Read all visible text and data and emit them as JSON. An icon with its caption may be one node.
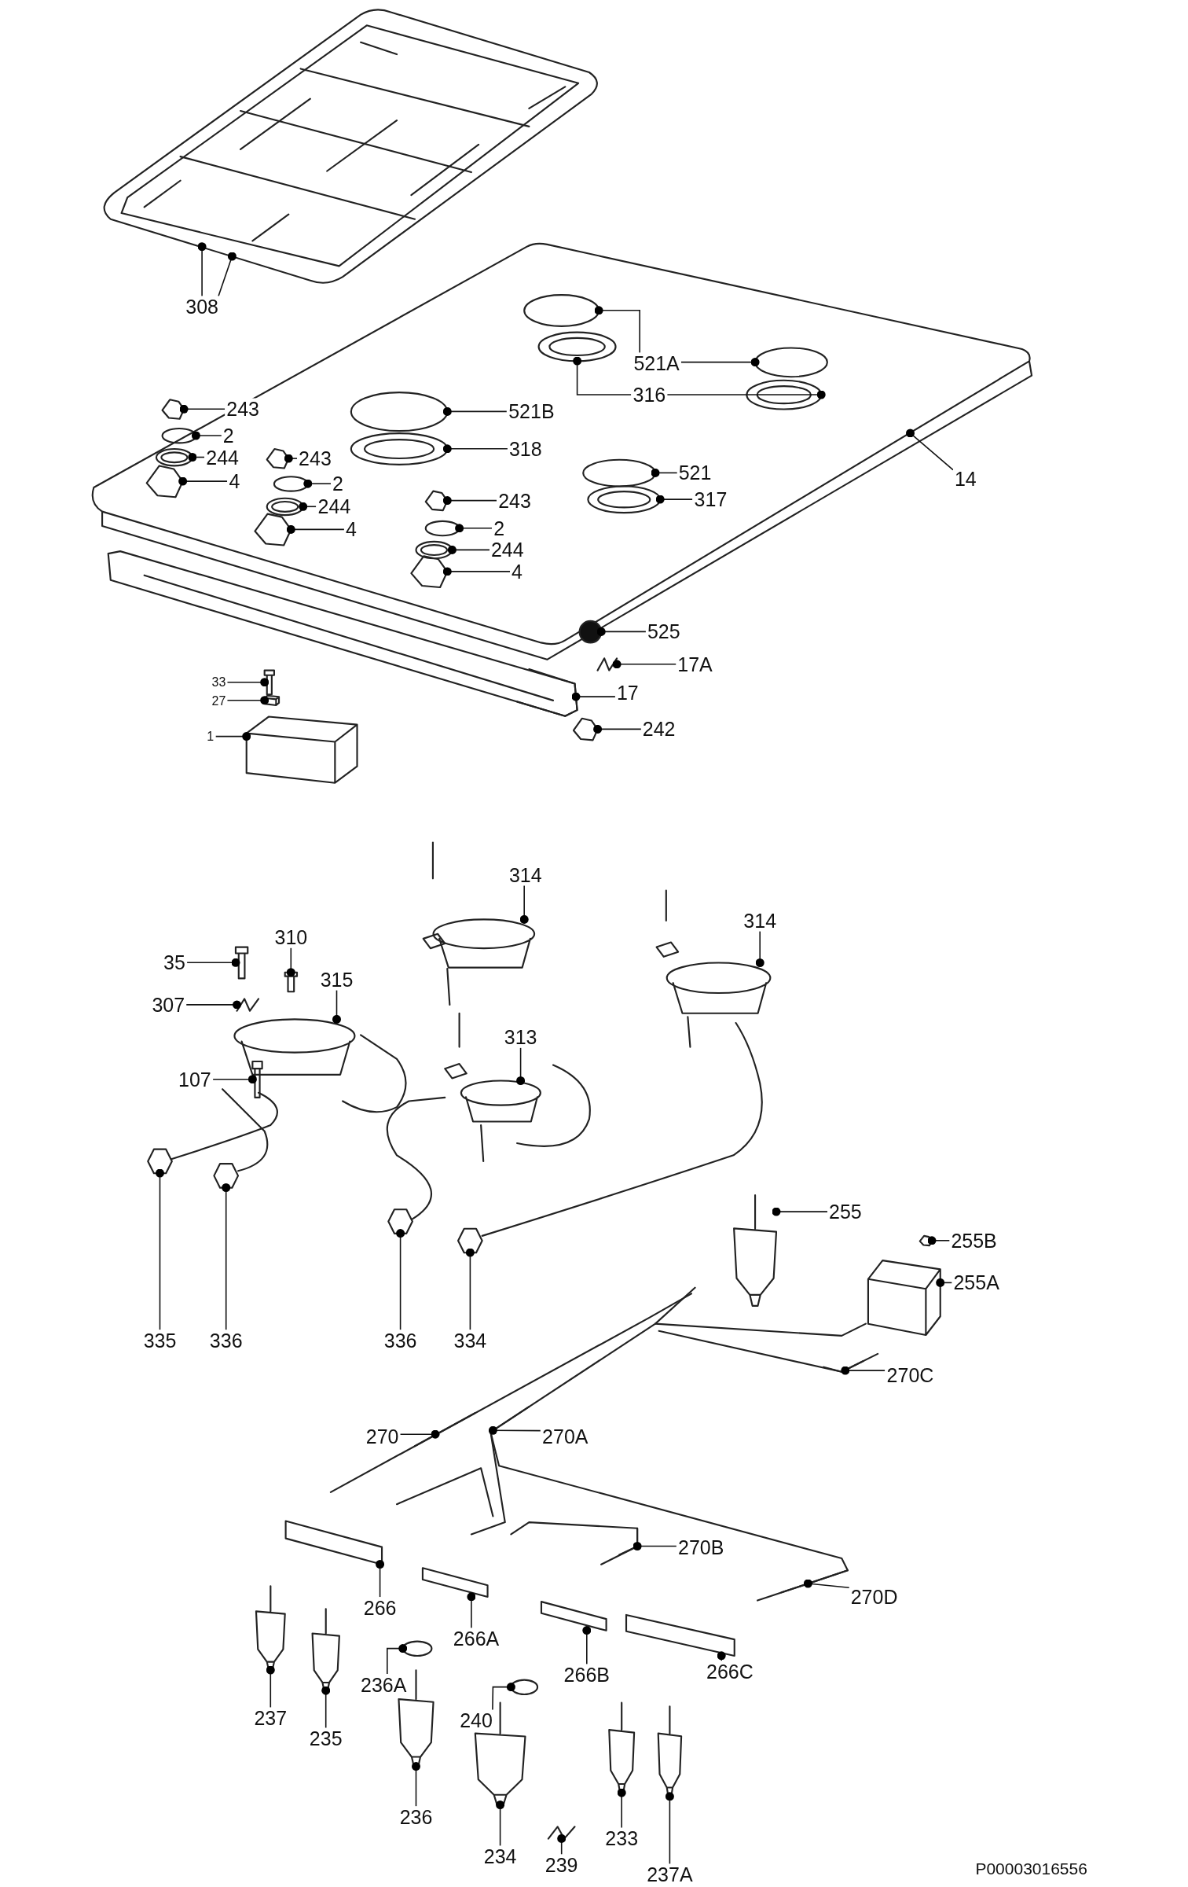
{
  "diagram": {
    "nodes": [
      {
        "text": [
          "308"
        ]
      },
      {
        "text": [
          "243"
        ]
      },
      {
        "text": [
          "2"
        ]
      },
      {
        "text": [
          "244"
        ]
      },
      {
        "text": [
          "4"
        ]
      },
      {
        "text": [
          "243"
        ]
      },
      {
        "text": [
          "2"
        ]
      },
      {
        "text": [
          "244"
        ]
      },
      {
        "text": [
          "4"
        ]
      },
      {
        "text": [
          "521B"
        ]
      },
      {
        "text": [
          "318"
        ]
      },
      {
        "text": [
          "243"
        ]
      },
      {
        "text": [
          "2"
        ]
      },
      {
        "text": [
          "244"
        ]
      },
      {
        "text": [
          "4"
        ]
      },
      {
        "text": [
          "521"
        ]
      },
      {
        "text": [
          "317"
        ]
      },
      {
        "text": [
          "521A"
        ]
      },
      {
        "text": [
          "316"
        ]
      },
      {
        "text": [
          "14"
        ]
      },
      {
        "text": [
          "525"
        ]
      },
      {
        "text": [
          "17A"
        ]
      },
      {
        "text": [
          "17"
        ]
      },
      {
        "text": [
          "242"
        ]
      },
      {
        "text": [
          "33"
        ]
      },
      {
        "text": [
          "27"
        ]
      },
      {
        "text": [
          "1"
        ]
      },
      {
        "text": [
          "314"
        ]
      },
      {
        "text": [
          "314"
        ]
      },
      {
        "text": [
          "310"
        ]
      },
      {
        "text": [
          "35"
        ]
      },
      {
        "text": [
          "315"
        ]
      },
      {
        "text": [
          "307"
        ]
      },
      {
        "text": [
          "313"
        ]
      },
      {
        "text": [
          "107"
        ]
      },
      {
        "text": [
          "335"
        ]
      },
      {
        "text": [
          "336"
        ]
      },
      {
        "text": [
          "336"
        ]
      },
      {
        "text": [
          "334"
        ]
      },
      {
        "text": [
          "255"
        ]
      },
      {
        "text": [
          "255B"
        ]
      },
      {
        "text": [
          "255A"
        ]
      },
      {
        "text": [
          "270C"
        ]
      },
      {
        "text": [
          "270"
        ]
      },
      {
        "text": [
          "270A"
        ]
      },
      {
        "text": [
          "270B"
        ]
      },
      {
        "text": [
          "270D"
        ]
      },
      {
        "text": [
          "266"
        ]
      },
      {
        "text": [
          "266A"
        ]
      },
      {
        "text": [
          "266B"
        ]
      },
      {
        "text": [
          "266C"
        ]
      },
      {
        "text": [
          "236A"
        ]
      },
      {
        "text": [
          "237"
        ]
      },
      {
        "text": [
          "235"
        ]
      },
      {
        "text": [
          "240"
        ]
      },
      {
        "text": [
          "236"
        ]
      },
      {
        "text": [
          "234"
        ]
      },
      {
        "text": [
          "239"
        ]
      },
      {
        "text": [
          "233"
        ]
      },
      {
        "text": [
          "237A"
        ]
      },
      {
        "text": [],
        "shape": "picture"
      },
      {
        "text": [],
        "shape": "picture"
      },
      {
        "text": [],
        "shape": "circle"
      },
      {
        "text": [],
        "shape": "picture"
      },
      {
        "text": [],
        "shape": "picture"
      },
      {
        "text": [],
        "shape": "picture"
      },
      {
        "text": [],
        "shape": "circle"
      },
      {
        "text": [],
        "shape": "picture"
      },
      {
        "text": [],
        "shape": "picture"
      },
      {
        "text": [],
        "shape": "circle"
      },
      {
        "text": [],
        "shape": "picture"
      },
      {
        "text": [],
        "shape": "picture"
      },
      {
        "text": [],
        "shape": "circle"
      },
      {
        "text": [],
        "shape": "picture"
      },
      {
        "text": [],
        "shape": "picture"
      },
      {
        "text": [],
        "shape": "circle"
      },
      {
        "text": [],
        "shape": "picture"
      },
      {
        "text": [],
        "shape": "circle"
      },
      {
        "text": [],
        "shape": "circle"
      },
      {
        "text": [],
        "shape": "picture"
      },
      {
        "text": [],
        "shape": "picture"
      },
      {
        "text": [],
        "shape": "circle"
      },
      {
        "text": [],
        "shape": "picture"
      },
      {
        "text": [],
        "shape": "picture"
      },
      {
        "text": [],
        "shape": "picture"
      },
      {
        "text": [],
        "shape": "picture"
      },
      {
        "text": [],
        "shape": "picture"
      },
      {
        "text": [],
        "shape": "picture"
      },
      {
        "text": [],
        "shape": "picture"
      },
      {
        "text": [],
        "shape": "picture"
      },
      {
        "text": [],
        "shape": "picture"
      },
      {
        "text": [],
        "shape": "picture"
      },
      {
        "text": [],
        "shape": "picture"
      },
      {
        "text": [],
        "shape": "picture"
      },
      {
        "text": [],
        "shape": "picture"
      },
      {
        "text": [],
        "shape": "picture"
      },
      {
        "text": [],
        "shape": "picture"
      },
      {
        "text": [],
        "shape": "picture"
      },
      {
        "text": [],
        "shape": "picture"
      },
      {
        "text": [],
        "shape": "picture"
      },
      {
        "text": [],
        "shape": "picture"
      },
      {
        "text": [],
        "shape": "picture"
      },
      {
        "text": [],
        "shape": "picture"
      },
      {
        "text": [],
        "shape": "picture"
      },
      {
        "text": [],
        "shape": "picture"
      },
      {
        "text": [],
        "shape": "picture"
      },
      {
        "text": [],
        "shape": "picture"
      },
      {
        "text": [],
        "shape": "picture"
      },
      {
        "text": [],
        "shape": "picture"
      },
      {
        "text": [],
        "shape": "picture"
      },
      {
        "text": [],
        "shape": "picture"
      },
      {
        "text": [],
        "shape": "picture"
      },
      {
        "text": [],
        "shape": "circle"
      },
      {
        "text": [],
        "shape": "picture"
      },
      {
        "text": [],
        "shape": "picture"
      },
      {
        "text": [],
        "shape": "circle"
      },
      {
        "text": [],
        "shape": "picture"
      },
      {
        "text": [],
        "shape": "picture"
      },
      {
        "text": [],
        "shape": "picture"
      },
      {
        "text": [],
        "shape": "picture"
      },
      {
        "text": [],
        "shape": "picture"
      }
    ],
    "edges": [
      {
        "from": 0,
        "to": 60,
        "arrow": "other"
      },
      {
        "from": 0,
        "to": 60,
        "arrow": "other"
      },
      {
        "from": 1,
        "to": 61,
        "arrow": "other"
      },
      {
        "from": 2,
        "to": 62,
        "arrow": "other"
      },
      {
        "from": 3,
        "to": 63,
        "arrow": "other"
      },
      {
        "from": 4,
        "to": 64,
        "arrow": "other"
      },
      {
        "from": 5,
        "to": 65,
        "arrow": "other"
      },
      {
        "from": 6,
        "to": 66,
        "arrow": "other"
      },
      {
        "from": 7,
        "to": 67,
        "arrow": "other"
      },
      {
        "from": 8,
        "to": 68,
        "arrow": "other"
      },
      {
        "from": 9,
        "to": 69,
        "arrow": "other"
      },
      {
        "from": 10,
        "to": 70,
        "arrow": "other"
      },
      {
        "from": 11,
        "to": 71,
        "arrow": "other"
      },
      {
        "from": 12,
        "to": 72,
        "arrow": "other"
      },
      {
        "from": 13,
        "to": 73,
        "arrow": "other"
      },
      {
        "from": 14,
        "to": 74,
        "arrow": "other"
      },
      {
        "from": 15,
        "to": 75,
        "arrow": "other"
      },
      {
        "from": 16,
        "to": 76,
        "arrow": "other"
      },
      {
        "from": 17,
        "to": 77,
        "arrow": "other"
      },
      {
        "from": 17,
        "to": 78,
        "arrow": "other"
      },
      {
        "from": 18,
        "to": 79,
        "arrow": "other"
      },
      {
        "from": 18,
        "to": 80,
        "arrow": "other"
      },
      {
        "from": 19,
        "to": null,
        "arrow": "other"
      },
      {
        "from": 20,
        "to": 81,
        "arrow": "other"
      },
      {
        "from": 21,
        "to": 82,
        "arrow": "other"
      },
      {
        "from": 22,
        "to": 83,
        "arrow": "other"
      },
      {
        "from": 23,
        "to": 84,
        "arrow": "other"
      },
      {
        "from": 24,
        "to": 85,
        "arrow": "other"
      },
      {
        "from": 25,
        "to": 86,
        "arrow": "other"
      },
      {
        "from": 26,
        "to": 87,
        "arrow": "other"
      },
      {
        "from": 27,
        "to": 88,
        "arrow": "other"
      },
      {
        "from": 28,
        "to": 89,
        "arrow": "other"
      },
      {
        "from": 29,
        "to": 90,
        "arrow": "other"
      },
      {
        "from": 30,
        "to": 91,
        "arrow": "other"
      },
      {
        "from": 31,
        "to": 92,
        "arrow": "other"
      },
      {
        "from": 32,
        "to": 93,
        "arrow": "other"
      },
      {
        "from": 33,
        "to": 94,
        "arrow": "other"
      },
      {
        "from": 34,
        "to": 95,
        "arrow": "other"
      },
      {
        "from": 35,
        "to": 96,
        "arrow": "other"
      },
      {
        "from": 36,
        "to": 97,
        "arrow": "other"
      },
      {
        "from": 37,
        "to": 98,
        "arrow": "other"
      },
      {
        "from": 38,
        "to": 99,
        "arrow": "other"
      },
      {
        "from": 39,
        "to": 100,
        "arrow": "other"
      },
      {
        "from": 40,
        "to": 101,
        "arrow": "other"
      },
      {
        "from": 41,
        "to": 102,
        "arrow": "other"
      },
      {
        "from": 42,
        "to": 103,
        "arrow": "other"
      },
      {
        "from": 43,
        "to": 104,
        "arrow": "other"
      },
      {
        "from": 44,
        "to": 105,
        "arrow": "other"
      },
      {
        "from": 45,
        "to": 106,
        "arrow": "other"
      },
      {
        "from": 46,
        "to": 107,
        "arrow": "other"
      },
      {
        "from": 47,
        "to": 108,
        "arrow": "other"
      },
      {
        "from": 48,
        "to": 109,
        "arrow": "other"
      },
      {
        "from": 49,
        "to": 110,
        "arrow": "other"
      },
      {
        "from": 50,
        "to": 111,
        "arrow": "other"
      },
      {
        "from": 51,
        "to": 112,
        "arrow": "other"
      },
      {
        "from": 52,
        "to": 113,
        "arrow": "other"
      },
      {
        "from": 53,
        "to": 114,
        "arrow": "other"
      },
      {
        "from": 54,
        "to": 115,
        "arrow": "other"
      },
      {
        "from": 55,
        "to": 116,
        "arrow": "other"
      },
      {
        "from": 56,
        "to": 117,
        "arrow": "other"
      },
      {
        "from": 57,
        "to": 118,
        "arrow": "other"
      },
      {
        "from": 58,
        "to": 119,
        "arrow": "other"
      },
      {
        "from": 59,
        "to": 120,
        "arrow": "other"
      }
    ],
    "labels": [
      "P00003016556"
    ]
  }
}
